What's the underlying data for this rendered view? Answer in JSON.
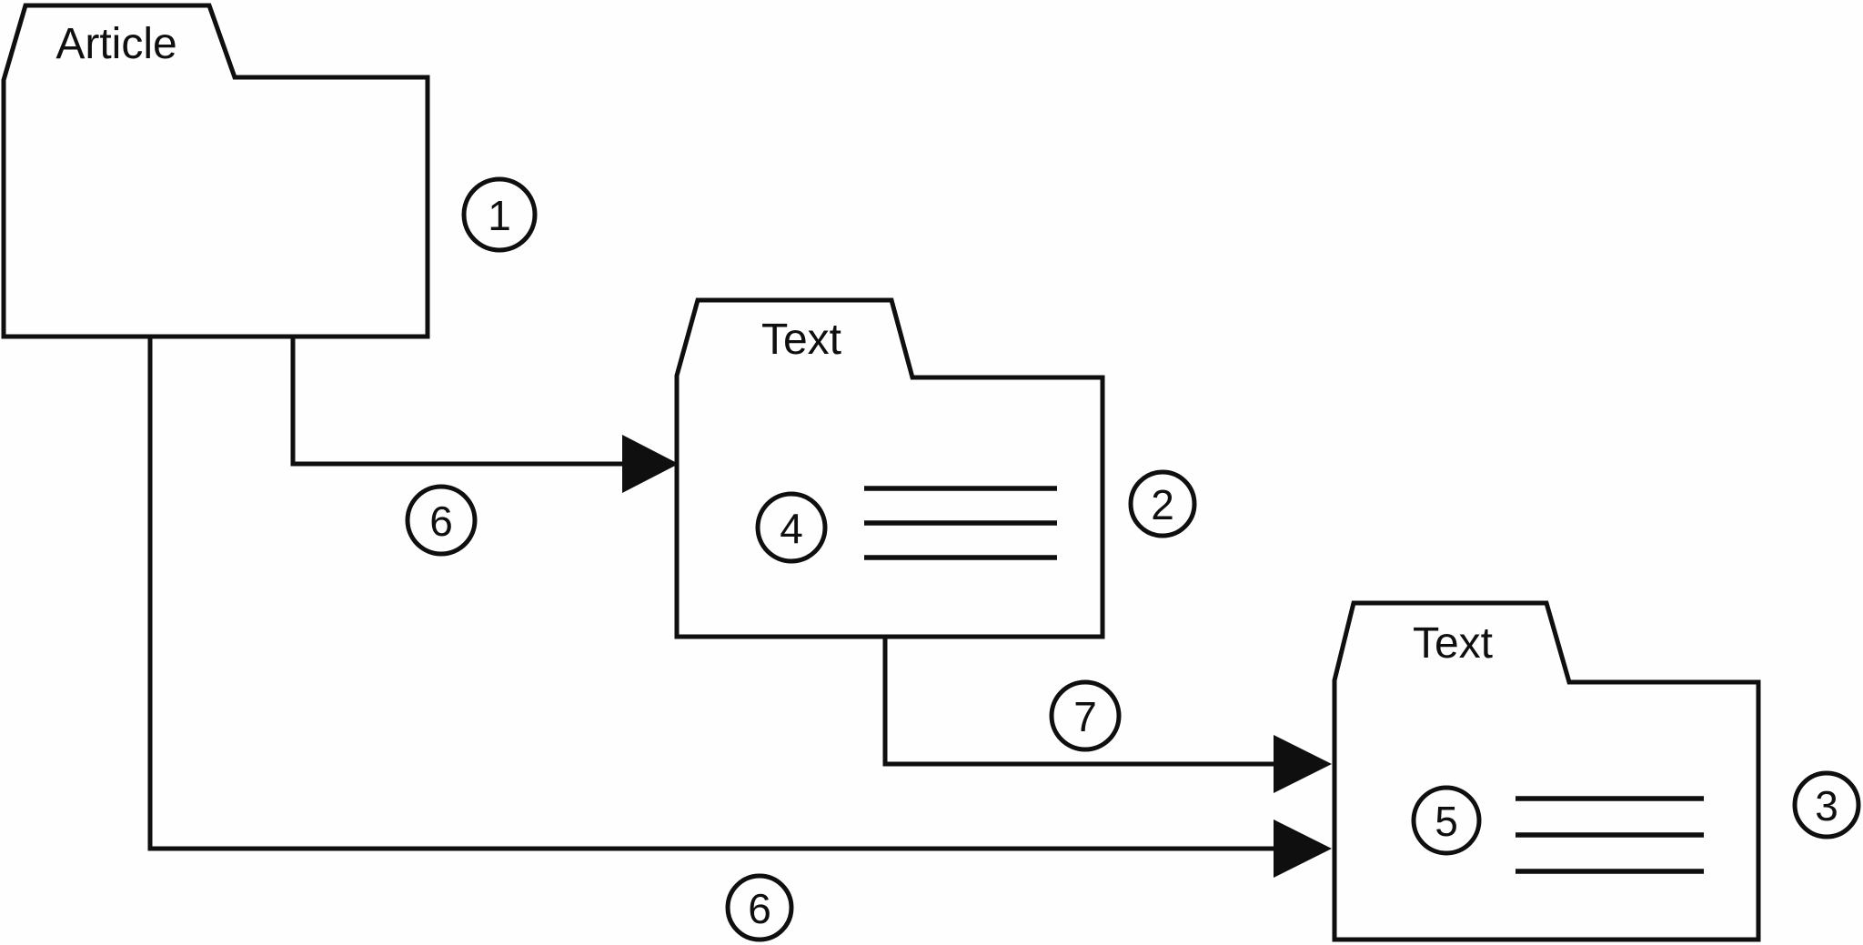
{
  "diagram": {
    "colors": {
      "background": "#fefefe",
      "stroke": "#0f0f0f"
    },
    "folders": [
      {
        "label": "Article",
        "badge": "1"
      },
      {
        "label": "Text",
        "badge": "2",
        "content_badge": "4"
      },
      {
        "label": "Text",
        "badge": "3",
        "content_badge": "5"
      }
    ],
    "connectors": [
      {
        "from": "article-folder",
        "to": "text-folder-1",
        "label": "6"
      },
      {
        "from": "text-folder-1",
        "to": "text-folder-2",
        "label": "7"
      },
      {
        "from": "article-folder",
        "to": "text-folder-2",
        "label": "6"
      }
    ]
  }
}
